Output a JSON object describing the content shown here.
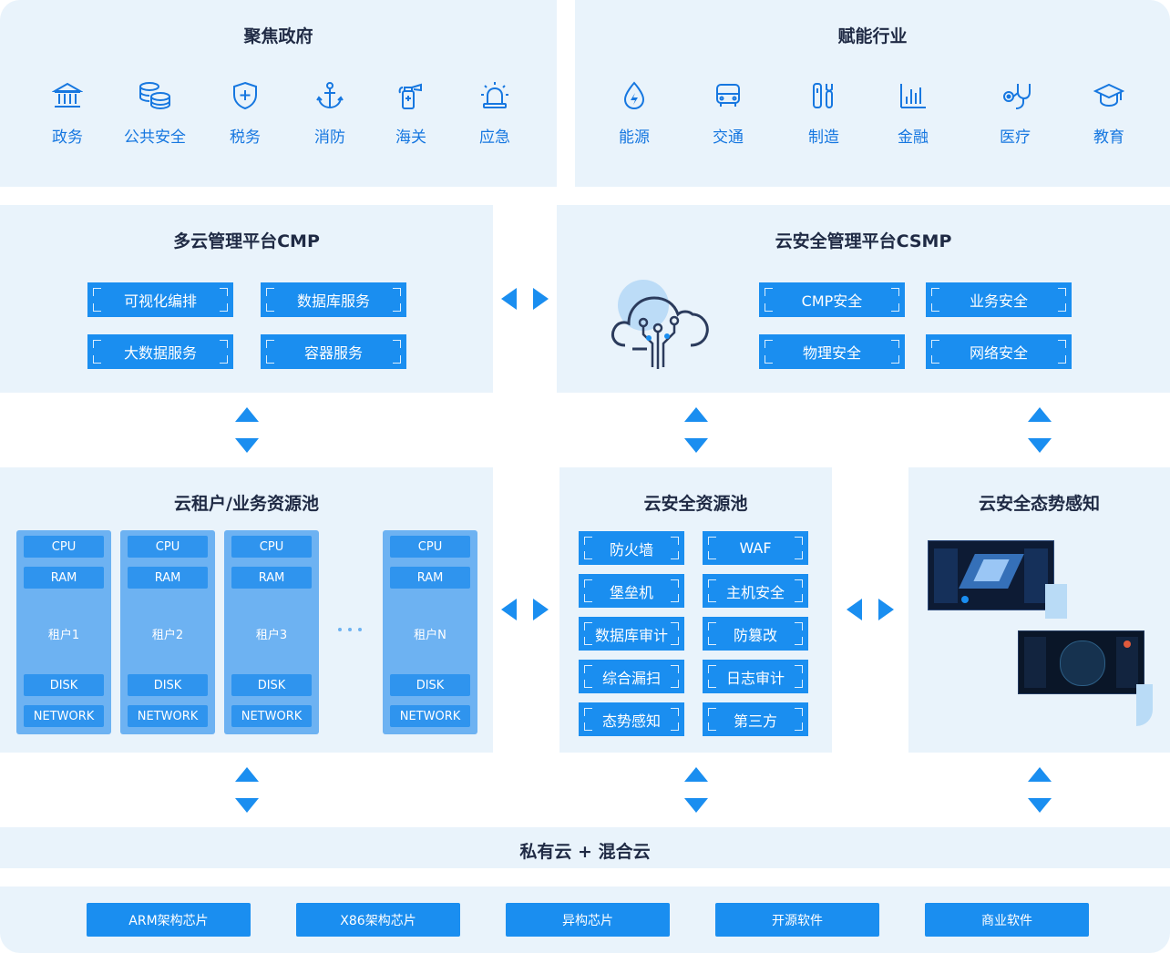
{
  "government": {
    "title": "聚焦政府",
    "items": [
      {
        "label": "政务",
        "icon": "government-building-icon"
      },
      {
        "label": "公共安全",
        "icon": "database-coins-icon"
      },
      {
        "label": "税务",
        "icon": "shield-plus-icon"
      },
      {
        "label": "消防",
        "icon": "anchor-icon"
      },
      {
        "label": "海关",
        "icon": "extinguisher-icon"
      },
      {
        "label": "应急",
        "icon": "alarm-light-icon"
      }
    ]
  },
  "industry": {
    "title": "赋能行业",
    "items": [
      {
        "label": "能源",
        "icon": "energy-drop-icon"
      },
      {
        "label": "交通",
        "icon": "bus-icon"
      },
      {
        "label": "制造",
        "icon": "tools-icon"
      },
      {
        "label": "金融",
        "icon": "bar-chart-icon"
      },
      {
        "label": "医疗",
        "icon": "stethoscope-icon"
      },
      {
        "label": "教育",
        "icon": "graduation-cap-icon"
      }
    ]
  },
  "cmp": {
    "title": "多云管理平台CMP",
    "services": [
      "可视化编排",
      "数据库服务",
      "大数据服务",
      "容器服务"
    ]
  },
  "csmp": {
    "title": "云安全管理平台CSMP",
    "services": [
      "CMP安全",
      "业务安全",
      "物理安全",
      "网络安全"
    ]
  },
  "tenant_pool": {
    "title": "云租户/业务资源池",
    "columns": [
      {
        "cpu": "CPU",
        "ram": "RAM",
        "name": "租户1",
        "disk": "DISK",
        "network": "NETWORK"
      },
      {
        "cpu": "CPU",
        "ram": "RAM",
        "name": "租户2",
        "disk": "DISK",
        "network": "NETWORK"
      },
      {
        "cpu": "CPU",
        "ram": "RAM",
        "name": "租户3",
        "disk": "DISK",
        "network": "NETWORK"
      },
      {
        "cpu": "CPU",
        "ram": "RAM",
        "name": "租户N",
        "disk": "DISK",
        "network": "NETWORK"
      }
    ]
  },
  "security_pool": {
    "title": "云安全资源池",
    "items": [
      "防火墙",
      "WAF",
      "堡垒机",
      "主机安全",
      "数据库审计",
      "防篡改",
      "综合漏扫",
      "日志审计",
      "态势感知",
      "第三方"
    ]
  },
  "situation": {
    "title": "云安全态势感知"
  },
  "cloud_layer": {
    "title": "私有云 + 混合云"
  },
  "chips": [
    "ARM架构芯片",
    "X86架构芯片",
    "异构芯片",
    "开源软件",
    "商业软件"
  ],
  "colors": {
    "accent": "#1a8ef0",
    "panel": "#e9f3fb",
    "icon": "#1677e0"
  }
}
